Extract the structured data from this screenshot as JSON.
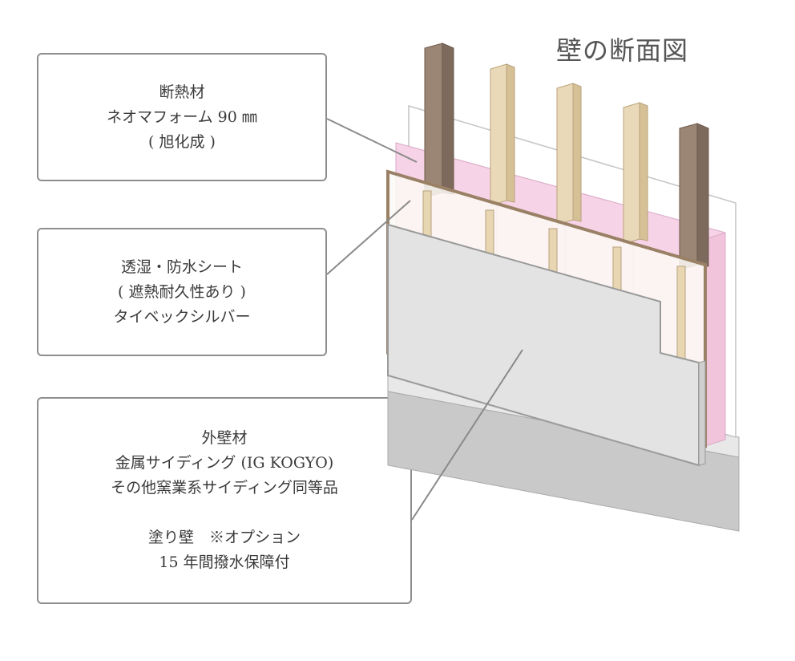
{
  "title": "壁の断面図",
  "labels": {
    "insulation": {
      "line1": "断熱材",
      "line2": "ネオマフォーム 90 ㎜",
      "line3": "( 旭化成 )"
    },
    "sheet": {
      "line1": "透湿・防水シート",
      "line2": "( 遮熱耐久性あり )",
      "line3": "タイベックシルバー"
    },
    "exterior": {
      "line1": "外壁材",
      "line2": "金属サイディング (IG KOGYO)",
      "line3": "その他窯業系サイディング同等品",
      "line4": "塗り壁　※オプション",
      "line5": "15 年間撥水保障付"
    }
  },
  "colors": {
    "post": "#8f7a6a",
    "stud": "#e8d6b2",
    "insulation": "#f6d3e6",
    "siding": "#e3e3e3",
    "foundation": "#c9c9c9",
    "frame": "#9a8166",
    "leader": "#8a8a8a"
  }
}
